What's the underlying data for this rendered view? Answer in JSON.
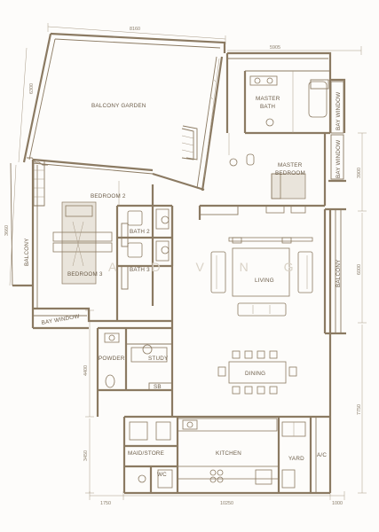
{
  "rooms": {
    "balcony_garden": "BALCONY GARDEN",
    "master_bath_1": "MASTER",
    "master_bath_2": "BATH",
    "master_bedroom_1": "MASTER",
    "master_bedroom_2": "BEDROOM",
    "bay_window_top": "BAY WINDOW",
    "bay_window_right": "BAY WINDOW",
    "bedroom2": "BEDROOM 2",
    "bath2": "BATH 2",
    "bath3": "BATH 3",
    "balcony_left": "BALCONY",
    "bedroom3": "BEDROOM 3",
    "bay_window_left": "BAY WINDOW",
    "living": "LIVING",
    "balcony_right": "BALCONY",
    "powder": "POWDER",
    "study": "STUDY",
    "sb": "SB",
    "dining": "DINING",
    "maid_store": "MAID/STORE",
    "wc": "WC",
    "kitchen": "KITCHEN",
    "yard": "YARD",
    "ac": "A/C"
  },
  "dimensions": {
    "top_8160": "8160",
    "top_5905": "5905",
    "left_6300": "6300",
    "left_3660": "3660",
    "left_4400": "4400",
    "left_3450": "3450",
    "right_3900": "3900",
    "right_6000": "6000",
    "right_7750": "7750",
    "bottom_1750": "1750",
    "bottom_10250": "10250",
    "bottom_1000": "1000"
  },
  "watermark": "A D V N G"
}
